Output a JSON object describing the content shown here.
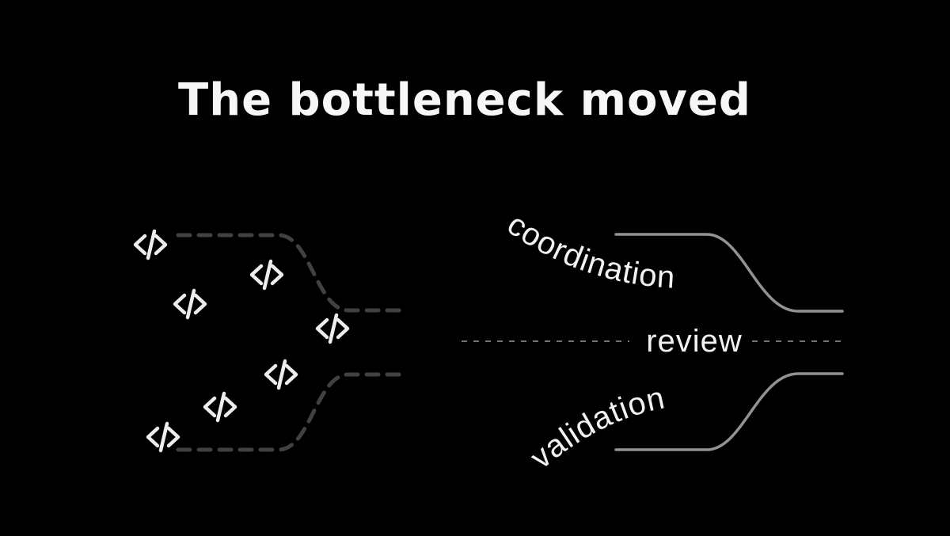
{
  "title": "The bottleneck moved",
  "labels": {
    "coordination": "coordination",
    "review": "review",
    "validation": "validation"
  },
  "icons": {
    "code_icon": "</>",
    "code_icon_count": 7
  },
  "colors": {
    "background": "#000000",
    "title_text": "#f7f7f7",
    "label_text": "#f2f2f2",
    "flow_line_start": "#1f90d3",
    "flow_line_end": "#4fe4d4",
    "dashed_curve": "#414141",
    "solid_curve": "#929292",
    "dotted_line": "#747474",
    "code_icon": "#ededed"
  }
}
